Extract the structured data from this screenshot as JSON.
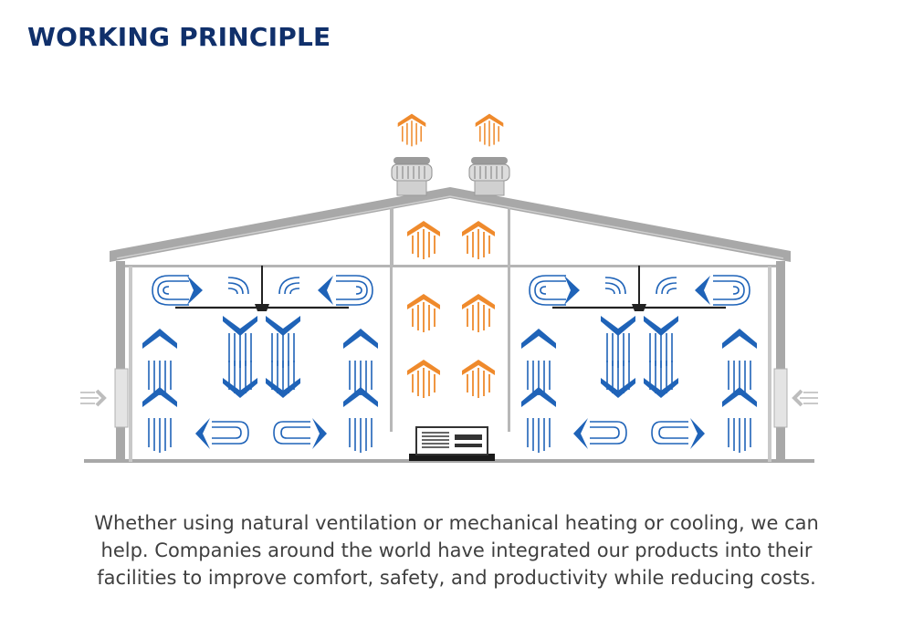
{
  "title": "WORKING PRINCIPLE",
  "caption": {
    "line1": "Whether using natural ventilation or mechanical heating or cooling, we can",
    "line2": "help. Companies around the world have integrated our products into their",
    "line3": "facilities to improve comfort, safety, and productivity while reducing costs."
  },
  "colors": {
    "title": "#10306b",
    "cool_air": "#1f63b8",
    "warm_air": "#ef8a2c",
    "structure": "#a8a8a8",
    "caption": "#3f3f3f"
  },
  "icons": [
    "roof-ventilator-icon",
    "ceiling-fan-icon",
    "wall-fan-icon",
    "heater-unit-icon",
    "airflow-arrow-icon",
    "warm-air-arrow-icon"
  ]
}
